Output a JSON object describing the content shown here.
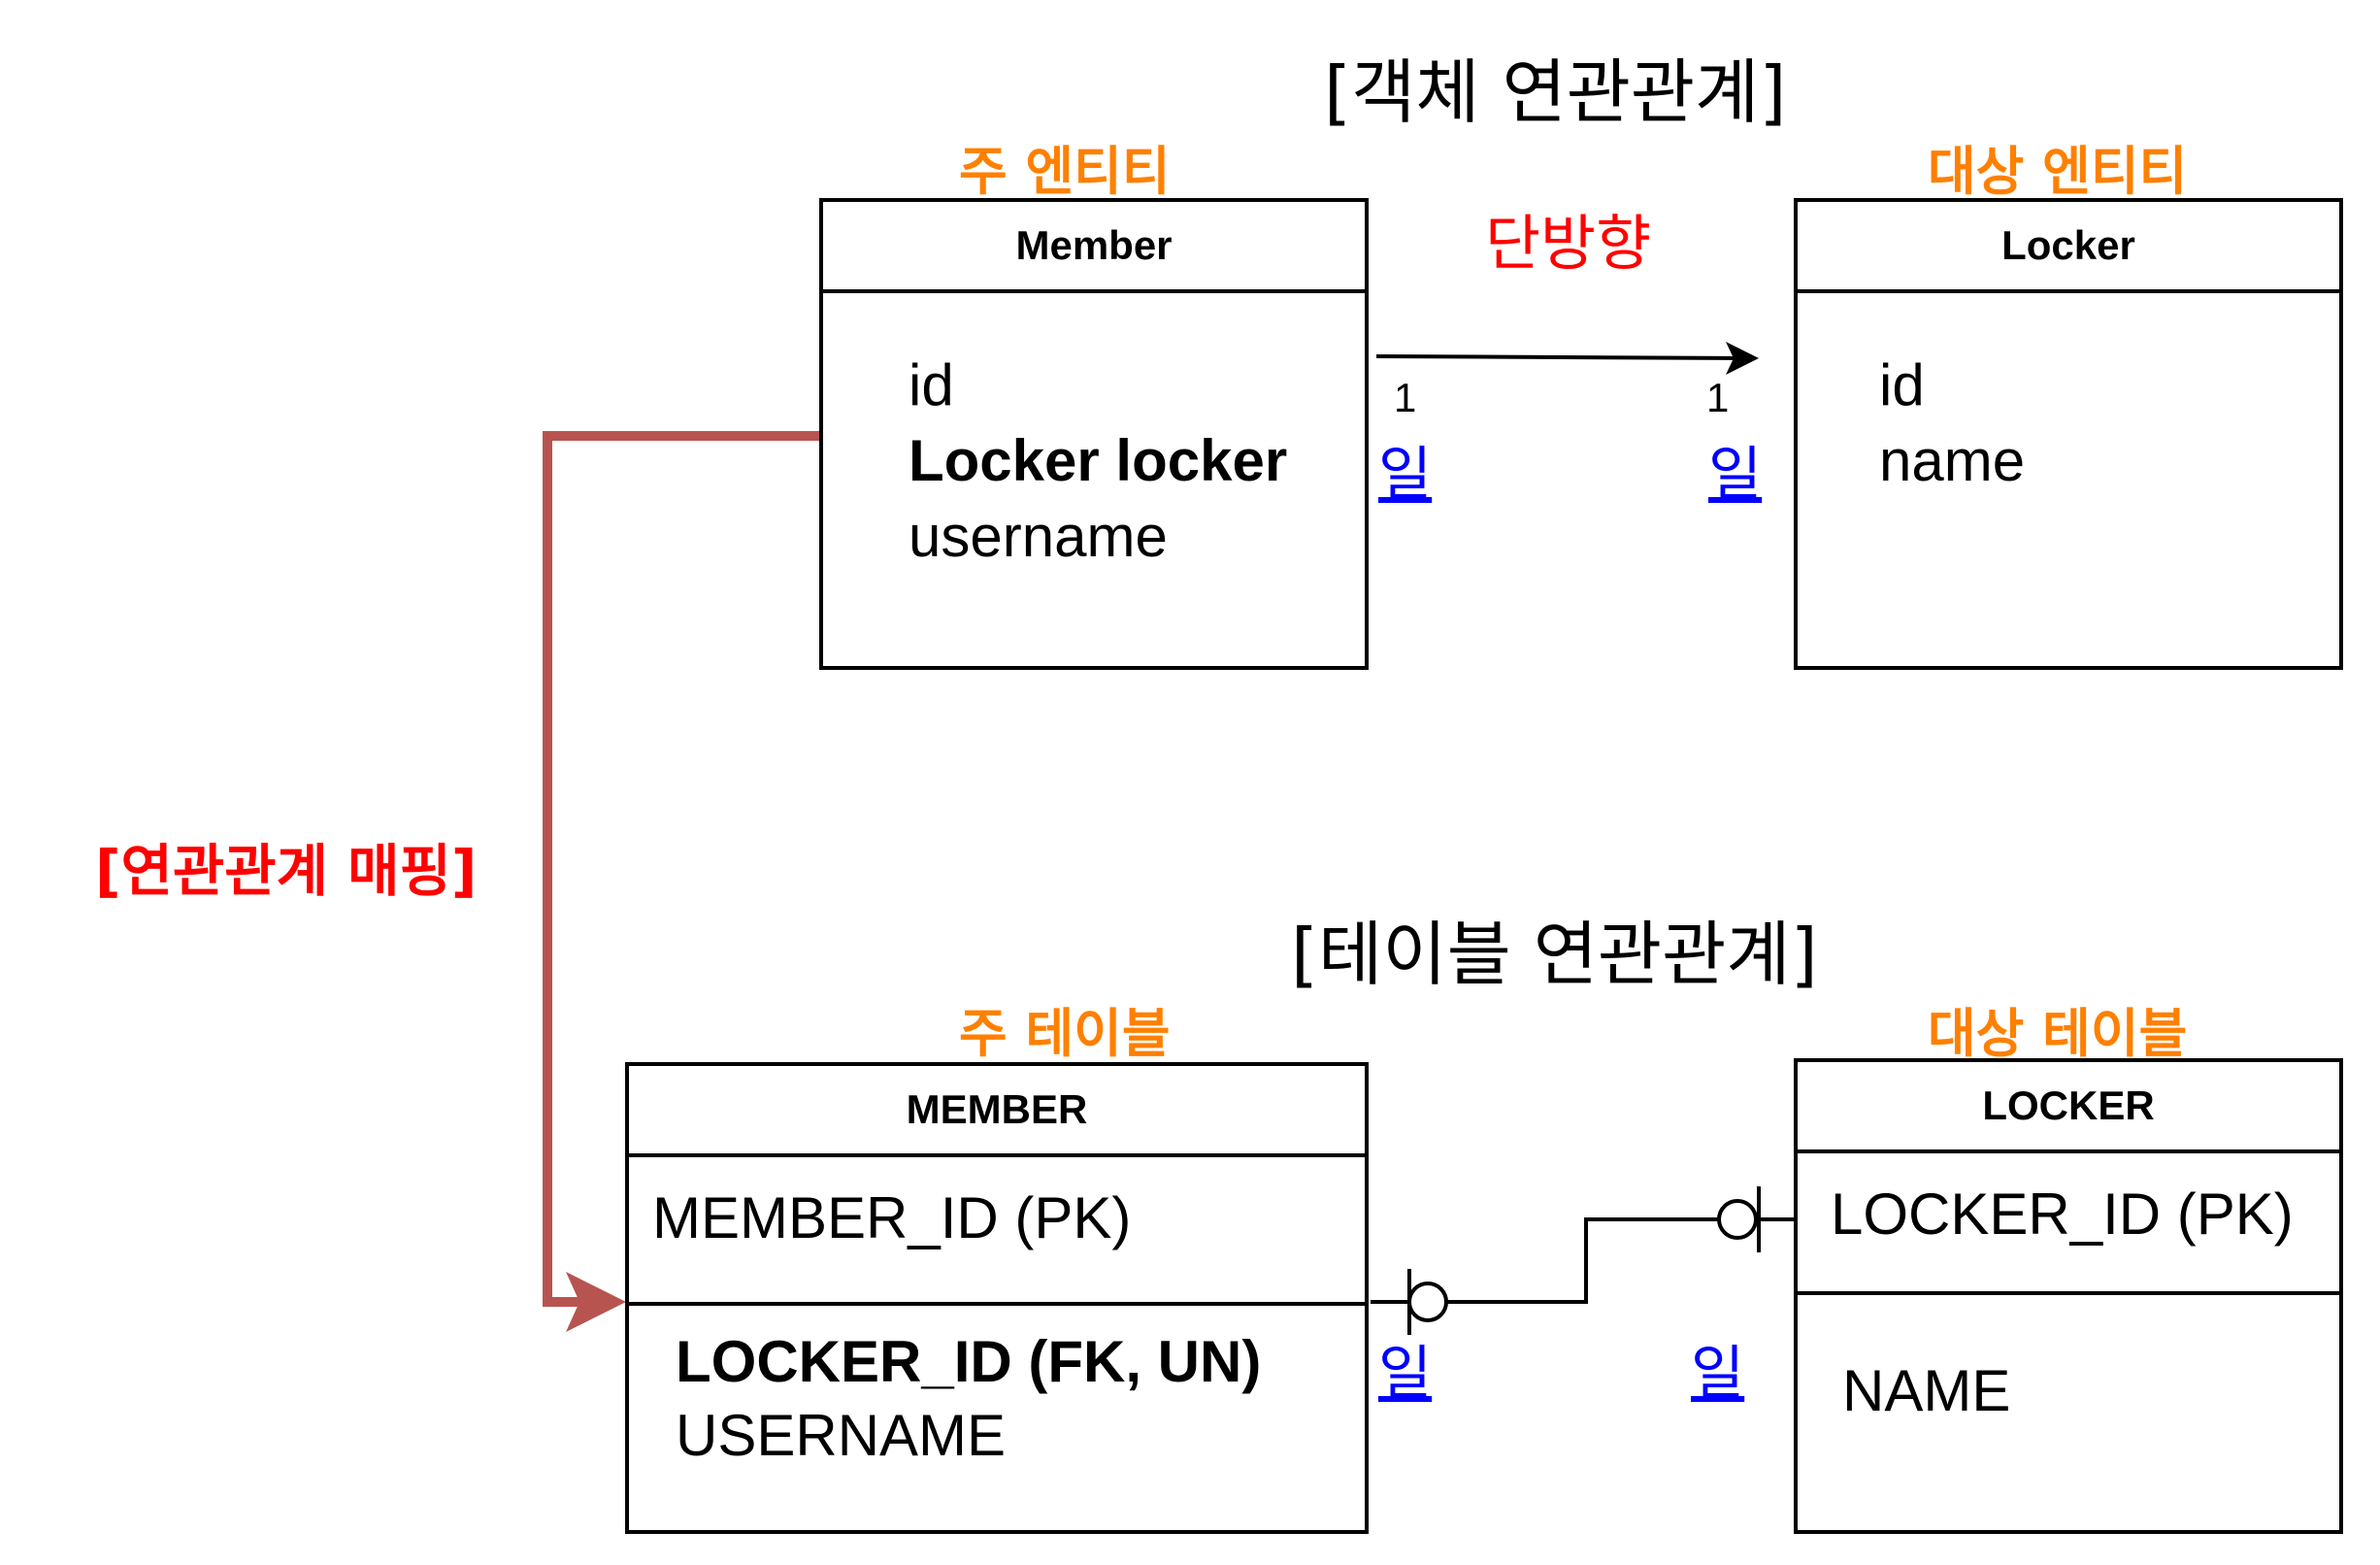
{
  "object_section": {
    "heading": "[객체 연관관계]",
    "main_role": "주 엔티티",
    "target_role": "대상 엔티티",
    "direction": "단방향",
    "member": {
      "name": "Member",
      "fields": [
        "id",
        "Locker locker",
        "username"
      ]
    },
    "locker": {
      "name": "Locker",
      "fields": [
        "id",
        "name"
      ]
    },
    "multiplicity_left": "1",
    "multiplicity_right": "1",
    "one_left": "일",
    "one_right": "일"
  },
  "mapping_label": "[연관관계 매핑]",
  "table_section": {
    "heading": "[테이블 연관관계]",
    "main_role": "주 테이블",
    "target_role": "대상 테이블",
    "member": {
      "name": "MEMBER",
      "pk": "MEMBER_ID (PK)",
      "fk": "LOCKER_ID (FK, UN)",
      "other": "USERNAME"
    },
    "locker": {
      "name": "LOCKER",
      "pk": "LOCKER_ID (PK)",
      "other": "NAME"
    },
    "one_left": "일",
    "one_right": "일"
  },
  "colors": {
    "role": "#ff8000",
    "direction": "#ff0000",
    "mapping": "#ff0000",
    "one": "#0000ff",
    "arrow": "#b85450"
  }
}
